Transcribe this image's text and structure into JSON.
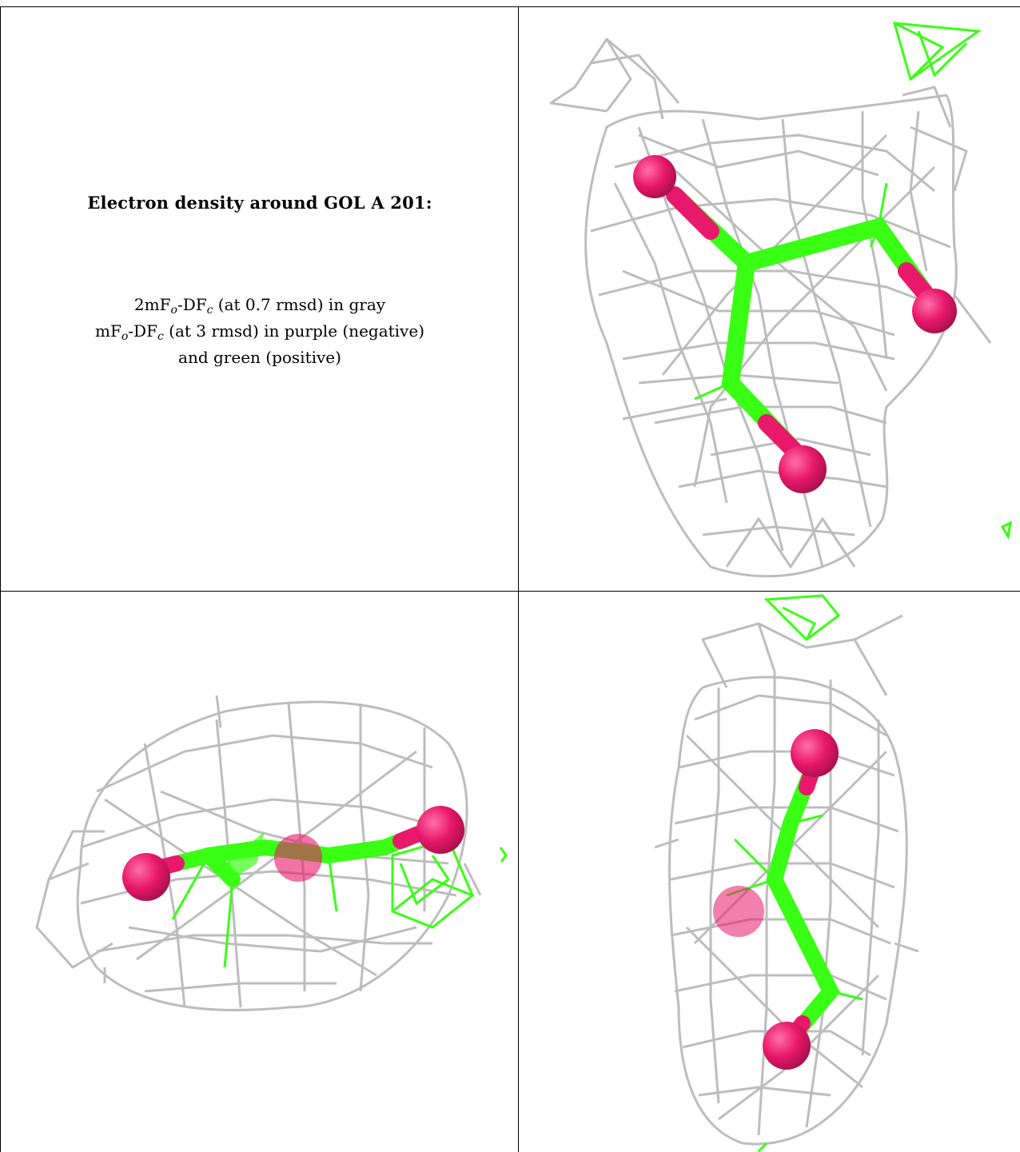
{
  "caption": {
    "title": "Electron density around GOL A 201:",
    "line1": {
      "prefix": "2mF",
      "sub1": "o",
      "mid": "-DF",
      "sub2": "c",
      "suffix": " (at 0.7 rmsd) in gray"
    },
    "line2": {
      "prefix": "mF",
      "sub1": "o",
      "mid": "-DF",
      "sub2": "c",
      "suffix": " (at 3 rmsd) in purple (negative)"
    },
    "line3": "and green (positive)"
  },
  "colors": {
    "mesh_gray": "#bdbdbd",
    "positive_green": "#39ff14",
    "bond_green": "#4cef52",
    "oxygen_pink": "#e8186b",
    "grid_line": "#000000"
  },
  "views": [
    {
      "name": "view-1",
      "icon": "electron-density-mesh"
    },
    {
      "name": "view-2",
      "icon": "electron-density-mesh"
    },
    {
      "name": "view-3",
      "icon": "electron-density-mesh"
    }
  ]
}
